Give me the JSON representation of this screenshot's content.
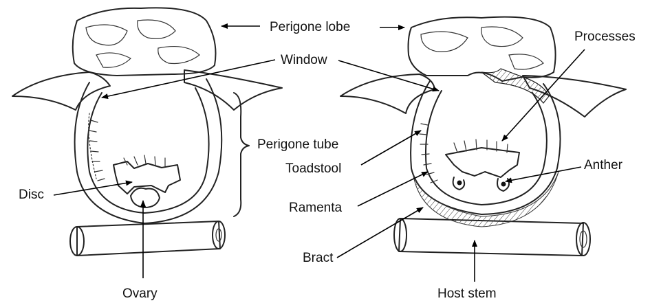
{
  "labels": {
    "perigone_lobe": "Perigone lobe",
    "window": "Window",
    "processes": "Processes",
    "perigone_tube": "Perigone tube",
    "toadstool": "Toadstool",
    "anther": "Anther",
    "disc": "Disc",
    "ramenta": "Ramenta",
    "bract": "Bract",
    "ovary": "Ovary",
    "host_stem": "Host stem"
  }
}
